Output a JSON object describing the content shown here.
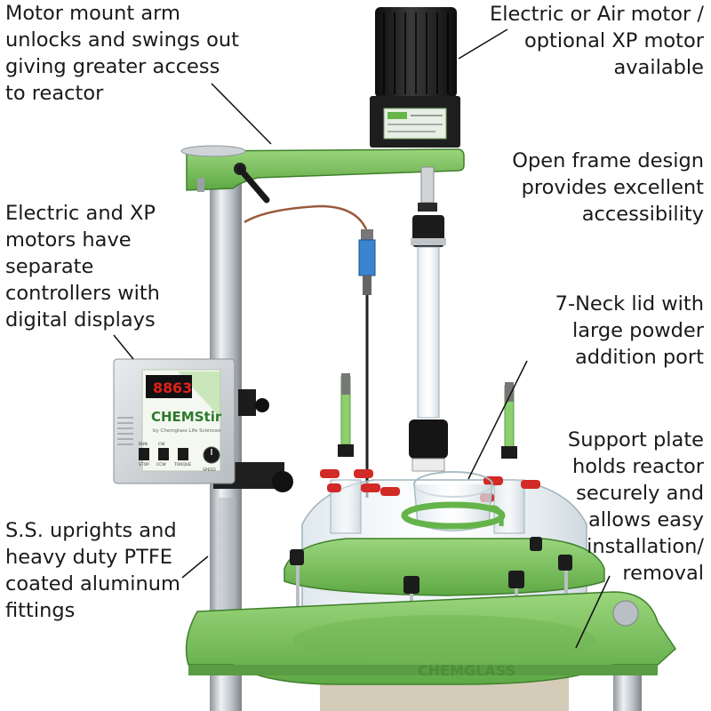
{
  "callouts": [
    {
      "id": "motor-mount-arm",
      "lines": [
        "Motor mount arm",
        "unlocks and swings out",
        "giving greater access",
        "to reactor"
      ]
    },
    {
      "id": "motor",
      "lines": [
        "Electric or Air motor /",
        "optional XP motor",
        "available"
      ]
    },
    {
      "id": "open-frame",
      "lines": [
        "Open frame design",
        "provides excellent",
        "accessibility"
      ]
    },
    {
      "id": "controllers",
      "lines": [
        "Electric and XP",
        "motors have",
        "separate",
        "controllers with",
        "digital displays"
      ]
    },
    {
      "id": "lid",
      "lines": [
        "7-Neck lid with",
        "large powder",
        "addition port"
      ]
    },
    {
      "id": "support-plate",
      "lines": [
        "Support plate",
        "holds reactor",
        "securely and",
        "allows easy",
        "installation/",
        "removal"
      ]
    },
    {
      "id": "uprights",
      "lines": [
        "S.S. uprights and",
        "heavy duty PTFE",
        "coated aluminum",
        "fittings"
      ]
    }
  ],
  "controller": {
    "display_value": "63",
    "brand_text": "CHEMStir",
    "brand_sub": "by Chemglass Life Sciences",
    "button_labels": [
      "RUN",
      "CW",
      "STOP",
      "CCW",
      "TORQUE"
    ],
    "knob_label": "SPEED"
  },
  "plate_brand": "CHEMGLASS",
  "colors": {
    "frame_green": "#7cc65a",
    "frame_green_dark": "#4f9a38",
    "steel": "#c9ced3",
    "motor_black": "#1c1c1c",
    "controller_grey": "#d7dadd",
    "display_red": "#e0211b",
    "clamp_red": "#d22a26",
    "text": "#1a1a1a"
  }
}
